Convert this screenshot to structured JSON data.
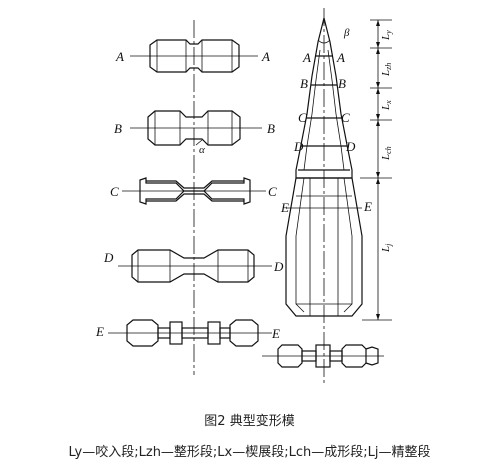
{
  "sections": [
    {
      "id": "A",
      "left": "A",
      "right": "A"
    },
    {
      "id": "B",
      "left": "B",
      "right": "B"
    },
    {
      "id": "C",
      "left": "C",
      "right": "C"
    },
    {
      "id": "D",
      "left": "D",
      "right": "D"
    },
    {
      "id": "E",
      "left": "E",
      "right": "E"
    }
  ],
  "labels": {
    "alpha": "α",
    "beta": "β",
    "side_A1": "A",
    "side_A2": "A",
    "side_B1": "B",
    "side_B2": "B",
    "side_C1": "C",
    "side_C2": "C",
    "side_D1": "D",
    "side_D2": "D",
    "side_E1": "E",
    "side_E2": "E"
  },
  "dimensions": {
    "ly": "L",
    "ly_sub": "y",
    "lzh": "L",
    "lzh_sub": "zh",
    "lx": "L",
    "lx_sub": "x",
    "lch": "L",
    "lch_sub": "ch",
    "lj": "L",
    "lj_sub": "j"
  },
  "caption": {
    "title": "图2 典型变形模",
    "legend": "Ly—咬入段;Lzh—整形段;Lx—楔展段;Lch—成形段;Lj—精整段"
  }
}
